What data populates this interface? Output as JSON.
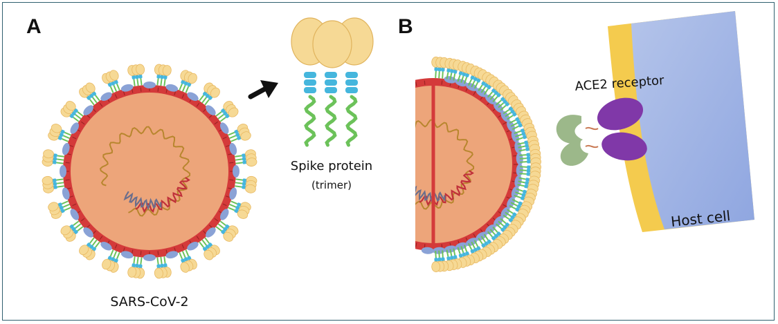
{
  "panels": {
    "a": {
      "letter": "A",
      "virus_label": "SARS-CoV-2"
    },
    "b": {
      "letter": "B",
      "receptor_label": "ACE2 receptor",
      "cell_label": "Host cell"
    }
  },
  "spike": {
    "title": "Spike protein",
    "subtitle": "(trimer)"
  },
  "colors": {
    "envelope": "#d43a3a",
    "core": "#eda57a",
    "spike_head": "#f6d995",
    "spike_mid": "#45b6dd",
    "spike_stalk": "#6cc25a",
    "membrane_protein": "#8aa2d6",
    "ace2": "#8038a8",
    "antibody": "#9cb88a",
    "host_membrane": "#f4cb4e",
    "host_cell": "#a2b6e6",
    "frame": "#2f5f6e"
  }
}
